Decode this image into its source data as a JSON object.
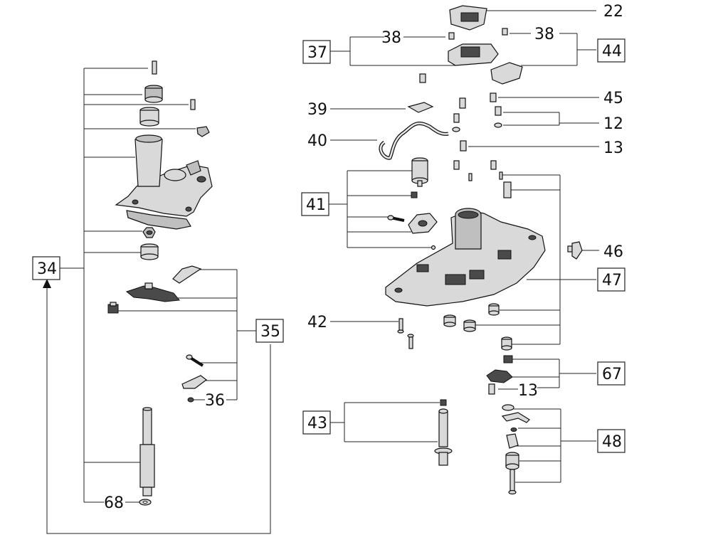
{
  "labels": {
    "l22": "22",
    "l38a": "38",
    "l38b": "38",
    "l37": "37",
    "l44": "44",
    "l45": "45",
    "l39": "39",
    "l12": "12",
    "l40": "40",
    "l13a": "13",
    "l41": "41",
    "l46": "46",
    "l47": "47",
    "l34": "34",
    "l35": "35",
    "l42": "42",
    "l67": "67",
    "l13b": "13",
    "l36": "36",
    "l43": "43",
    "l48": "48",
    "l68": "68"
  }
}
